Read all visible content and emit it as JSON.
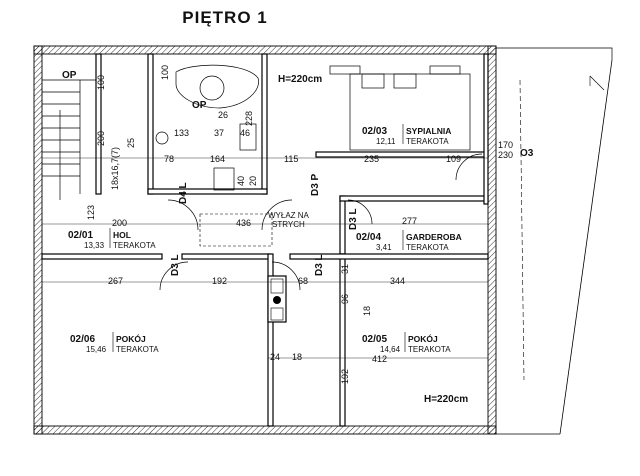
{
  "title": "PIĘTRO 1",
  "rooms": [
    {
      "id": "02/01",
      "name": "HOL",
      "area": "13,33",
      "finish": "TERAKOTA"
    },
    {
      "id": "02/03",
      "name": "SYPIALNIA",
      "area": "12,11",
      "finish": "TERAKOTA"
    },
    {
      "id": "02/04",
      "name": "GARDEROBA",
      "area": "3,41",
      "finish": "TERAKOTA"
    },
    {
      "id": "02/05",
      "name": "POKÓJ",
      "area": "14,64",
      "finish": "TERAKOTA"
    },
    {
      "id": "02/06",
      "name": "POKÓJ",
      "area": "15,46",
      "finish": "TERAKOTA"
    }
  ],
  "labels": {
    "op_1": "OP",
    "op_2": "OP",
    "o3": "O3",
    "h_top": "H=220cm",
    "h_bottom": "H=220cm",
    "hatch_line1": "WYŁAZ NA",
    "hatch_line2": "STRYCH",
    "stairs": "18x16,7(7)",
    "d4l": "D4 L",
    "d3p": "D3 P",
    "d3l_a": "D3 L",
    "d3l_b": "D3 L",
    "d3l_c": "D3 L",
    "win_170": "170",
    "win_230": "230"
  },
  "dims": [
    "100",
    "100",
    "200",
    "25",
    "133",
    "37",
    "46",
    "26",
    "228",
    "78",
    "164",
    "115",
    "235",
    "109",
    "40",
    "20",
    "123",
    "200",
    "436",
    "277",
    "267",
    "192",
    "68",
    "344",
    "31",
    "96",
    "18",
    "412",
    "24",
    "18",
    "192"
  ]
}
